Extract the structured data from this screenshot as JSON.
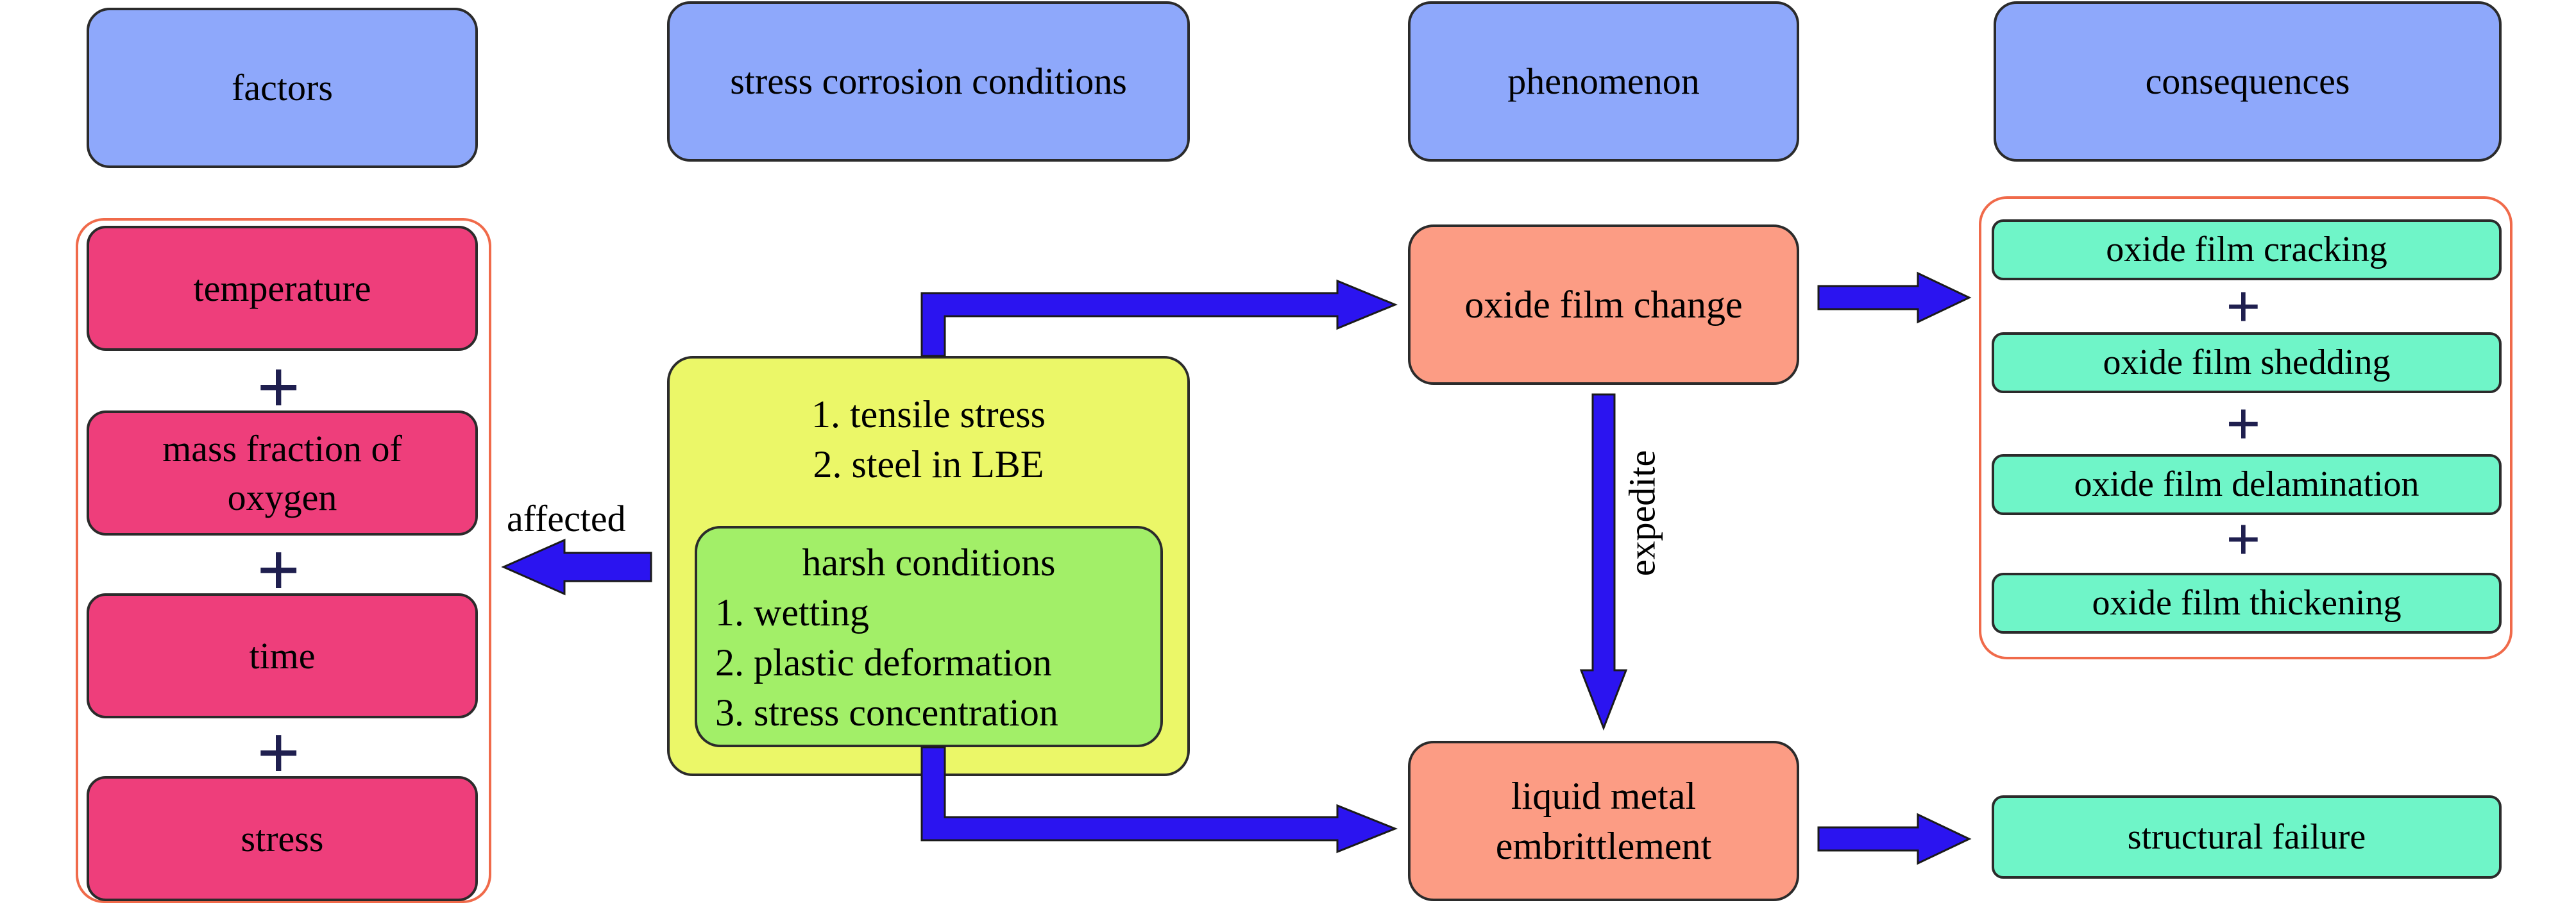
{
  "headers": {
    "factors": "factors",
    "conditions": "stress corrosion conditions",
    "phenomenon": "phenomenon",
    "consequences": "consequences"
  },
  "factors": [
    "temperature",
    "mass fraction of",
    "oxygen",
    "time",
    "stress"
  ],
  "conditions": {
    "line1": "1. tensile stress",
    "line2": "2. steel in LBE",
    "harsh": {
      "title": "harsh conditions",
      "items": [
        "1. wetting",
        "2. plastic deformation",
        "3. stress concentration"
      ]
    }
  },
  "phenomena": {
    "oxide_change": "oxide film change",
    "lme_line1": "liquid metal",
    "lme_line2": "embrittlement"
  },
  "consequences": [
    "oxide film cracking",
    "oxide film shedding",
    "oxide film delamination",
    "oxide film thickening"
  ],
  "structural_failure": "structural failure",
  "arrow_labels": {
    "affected": "affected",
    "expedite": "expedite"
  },
  "plus_sign": "+",
  "colors": {
    "header": "#8ea8fb",
    "factor": "#ee3e7b",
    "phenomenon": "#fc9c84",
    "consequence": "#6ff5c8",
    "conditions": "#ebf768",
    "harsh": "#a2ef68",
    "arrow": "#2b14f0",
    "group_border": "#f06a4a"
  }
}
